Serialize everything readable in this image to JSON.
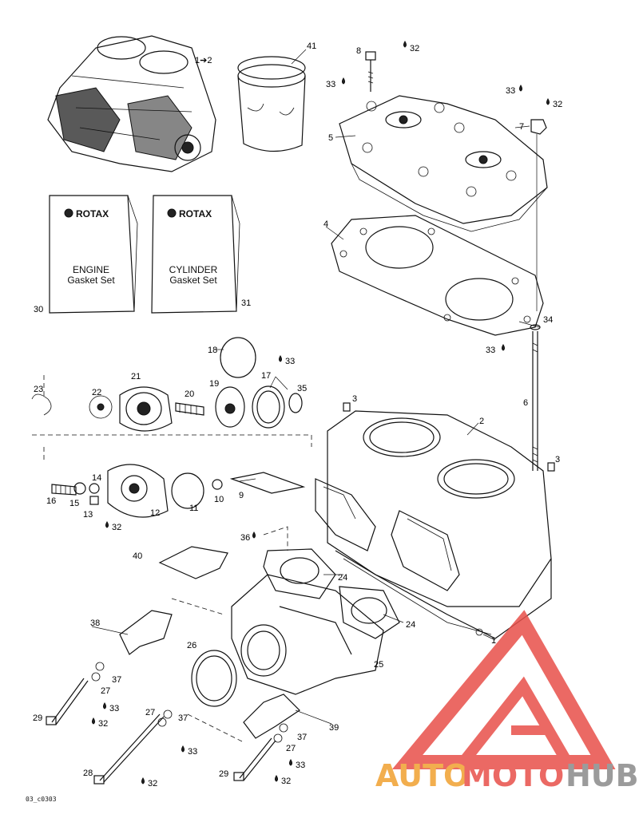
{
  "labels": {
    "engine_ref": "1➔2",
    "l41": "41",
    "l8": "8",
    "l32a": "32",
    "l33a": "33",
    "l5": "5",
    "l33b": "33",
    "l32b": "32",
    "l7": "7",
    "l4": "4",
    "l30": "30",
    "l31": "31",
    "l34": "34",
    "l33c": "33",
    "l18": "18",
    "l33d": "33",
    "l17": "17",
    "l35": "35",
    "l21": "21",
    "l19": "19",
    "l23": "23",
    "l22": "22",
    "l20": "20",
    "l3a": "3",
    "l6": "6",
    "l2": "2",
    "l3b": "3",
    "l14": "14",
    "l16": "16",
    "l15": "15",
    "l13": "13",
    "l12": "12",
    "l11": "11",
    "l10": "10",
    "l9": "9",
    "l32c": "32",
    "l36": "36",
    "l40": "40",
    "l24a": "24",
    "l24b": "24",
    "l38": "38",
    "l26": "26",
    "l25": "25",
    "l1": "1",
    "l37a": "37",
    "l27a": "27",
    "l33e": "33",
    "l29a": "29",
    "l32d": "32",
    "l27b": "27",
    "l37b": "37",
    "l39": "39",
    "l37c": "37",
    "l27c": "27",
    "l33f": "33",
    "l28": "28",
    "l32e": "32",
    "l29b": "29",
    "l33g": "33",
    "l32f": "32"
  },
  "cards": {
    "engine": {
      "brand": "ROTAX",
      "line1": "ENGINE",
      "line2": "Gasket Set"
    },
    "cylinder": {
      "brand": "ROTAX",
      "line1": "CYLINDER",
      "line2": "Gasket Set"
    }
  },
  "footer_code": "03_c0303",
  "watermark": {
    "part1": "AUTO",
    "part2": "MOTO",
    "part3": "HUB"
  },
  "colors": {
    "watermark_red": "#e8504a",
    "watermark_orange": "#f0a030",
    "watermark_gray": "#8a8a8a"
  }
}
